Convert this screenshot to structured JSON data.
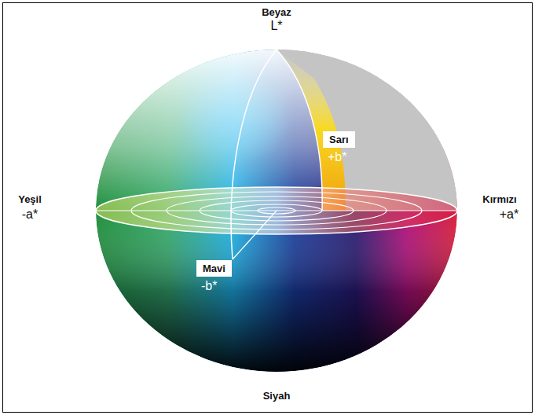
{
  "diagram": {
    "nodes": [
      {
        "text": [
          "Sarı",
          "+b*"
        ]
      },
      {
        "text": [
          "Mavi",
          "-b*"
        ]
      }
    ],
    "labels": [
      "Beyaz",
      "L*",
      "Yeşil",
      "-a*",
      "Kırmızı",
      "+a*",
      "Siyah"
    ]
  }
}
